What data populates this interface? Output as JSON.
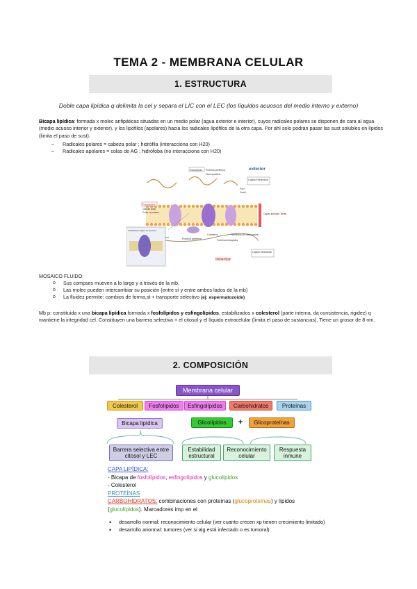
{
  "title": "TEMA 2 - MEMBRANA CELULAR",
  "section1": {
    "heading": "1. ESTRUCTURA",
    "intro": "Doble capa lipídica q delimita la cel y separa el LIC con el LEC (los líquidos acuosos del medio interno y externo)",
    "bicapa_label": "Bicapa lipídica",
    "bicapa_text": ": formada x molec anfipáticas situadas en un medio polar (agua exterior e interior), cuyos radicales polares se disponen de cara al agua (medio acuoso interior y exterior), y los lipófilos (apolares) hacia los radicales lipófilos de la otra capa. Por ahí solo podrán pasar las sust solubles en lípidos (limita el paso de sust).",
    "radicals": [
      "Radicales polares = cabeza polar ; hidrófila (interacciona con H20)",
      "Radicales apolares = colas de AG ; hidrófoba (no interacciona con H20)"
    ],
    "figure": {
      "exterior": "exterior",
      "interior": "interior",
      "labels": {
        "glucolipido": "Glucolípido",
        "proteina_periferica_top": "Proteína periférica",
        "glucoproteina": "Glucoproteína",
        "liquido_extracelular": "Líquido Extracelular",
        "poro": "Poro",
        "canal": "Canal",
        "fosfolipidos": "Fosfolípidos",
        "cabeza_polar": "Cabeza polar",
        "colas_no_polares": "Colas no polares",
        "capas_lipidicas": "Capas lipídicas",
        "8nm": "8nm",
        "proteina": "Proteína",
        "proteina_periferica": "Proteína periférica",
        "colesterol": "Colesterol",
        "proteinas_integrales": "Proteínas integrales",
        "filamentos_citoesqueleto": "Filamentos del citoesqueleto",
        "liquido_intracelular": "Líquido Intracelular",
        "inset": "Instantánea región de proteína"
      }
    },
    "mosaico_heading": "MOSAICO FLUIDO:",
    "mosaico_items": [
      "Sus compses mueven a lo largo y a través de la mb.",
      "Las molec pueden intercambiar su posición (entre sí y entre ambos lados de la mb)",
      "La fluidez permite: cambios de forma,st + transporte selectivo"
    ],
    "mosaico_example": "(ej: espermatozoide)",
    "mbp": {
      "t1": "Mb p: constituida x una ",
      "b1": "bicapa lipídica",
      "t2": " formada x ",
      "b2": "fosfolípidos y esfingolípidos",
      "t3": ", estabilizados x ",
      "b3": "colesterol",
      "t4": " (parte interna, da consistencia, rigidez) q mantiene la integridad cel. Constituyen una barrera selectiva + el citosol y el líquido extracelular (limita el paso de sustancias). Tiene un grosor de 8 nm."
    }
  },
  "section2": {
    "heading": "2. COMPOSICIÓN",
    "diagram": {
      "root": "Membrana celular",
      "row1": [
        "Colesterol",
        "Fosfolípidos",
        "Esfingolípidos",
        "Carbohidratos",
        "Proteínas"
      ],
      "row2": [
        "Bicapa lipídica",
        "Glicolípidos",
        "+",
        "Glicoproteínas"
      ],
      "row3": [
        "Barrera selectiva entre citosol y LEC",
        "Estabilidad estructural",
        "Reconocimiento celular",
        "Respuesta inmune"
      ]
    },
    "notes": {
      "capa_lipidica": "CAPA LIPÍDICA:",
      "bicapa_prefix": "- Bicapa de ",
      "fosfolipidos": "fosfolípidos",
      "sep1": ", ",
      "esfingolipidos": "esfingolípidos",
      "y": " y ",
      "glucolipidos": "glucolípidos",
      "colesterol_line": "- Colesterol",
      "proteinas": "PROTEÍNAS",
      "carbohidratos": "CARBOHIDRATOS:",
      "carb_t1": " combinaciones con proteínas (",
      "glucoproteinas": "glucoproteínas",
      "carb_t2": ") y lípidos",
      "carb_t3": "(",
      "glucolipidos2": "glucolípidos",
      "carb_t4": "). Marcadores imp en el",
      "bullets": [
        "desarrollo normal: reconocimiento celular (ver cuanto crecen xp tienen crecimiento limitado)",
        "desarrollo anormal: tumores (ver si alg está infectado o es tumoral)"
      ]
    }
  },
  "colors": {
    "band": "#e6e6e6",
    "root_box": "#8a55c8",
    "colesterol": "#f5c84a",
    "fosfolipidos": "#f07cf0",
    "carbohidratos": "#f07a6a",
    "proteinas": "#a6d4f0",
    "bicapa": "#d9c6ee",
    "glicolipidos": "#33cc33",
    "glicoproteinas": "#f2a23a",
    "row3": "#cfcde6",
    "row3_green": "#d7f2dd"
  }
}
